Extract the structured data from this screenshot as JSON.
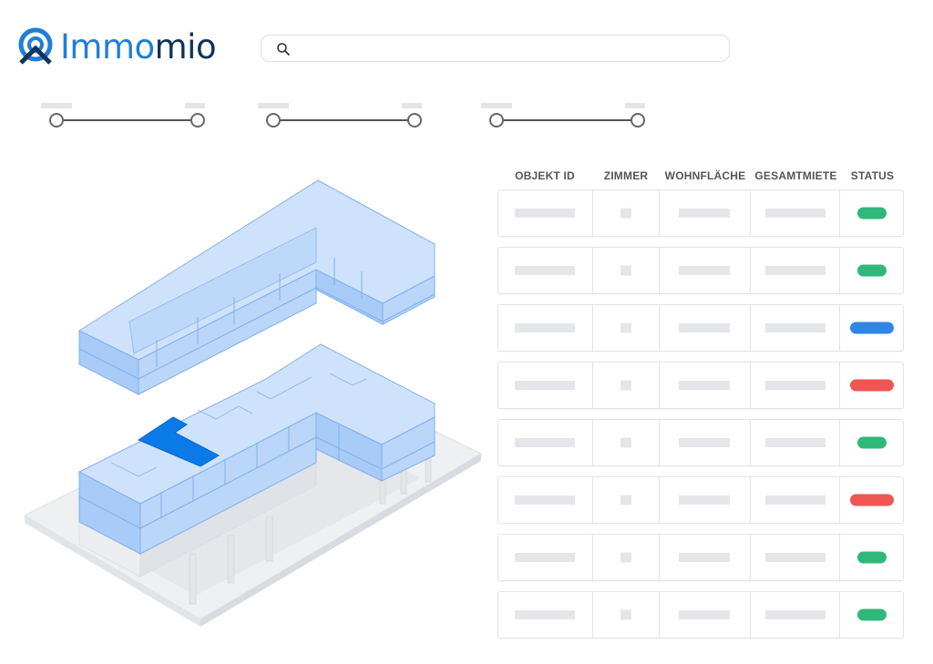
{
  "brand": {
    "name_part1": "Immo",
    "name_part2": "mio",
    "color_primary": "#1e7fd6",
    "color_dark": "#12335a"
  },
  "search": {
    "placeholder": "",
    "value": ""
  },
  "sliders": [
    {
      "name": "filter-slider-1",
      "low": 0,
      "high": 1
    },
    {
      "name": "filter-slider-2",
      "low": 0,
      "high": 1
    },
    {
      "name": "filter-slider-3",
      "low": 0,
      "high": 1
    }
  ],
  "table": {
    "headers": [
      "OBJEKT ID",
      "ZIMMER",
      "WOHNFLÄCHE",
      "GESAMTMIETE",
      "STATUS"
    ],
    "rows": [
      {
        "status": "green"
      },
      {
        "status": "green"
      },
      {
        "status": "blue"
      },
      {
        "status": "red"
      },
      {
        "status": "green"
      },
      {
        "status": "red"
      },
      {
        "status": "green"
      },
      {
        "status": "green"
      }
    ],
    "status_colors": {
      "green": "#2fb879",
      "blue": "#2f86e6",
      "red": "#ef5553"
    }
  },
  "building": {
    "floor_color": "#cfe2fb",
    "wall_color": "#a8cbf7",
    "highlight_color": "#0a7ae8"
  }
}
